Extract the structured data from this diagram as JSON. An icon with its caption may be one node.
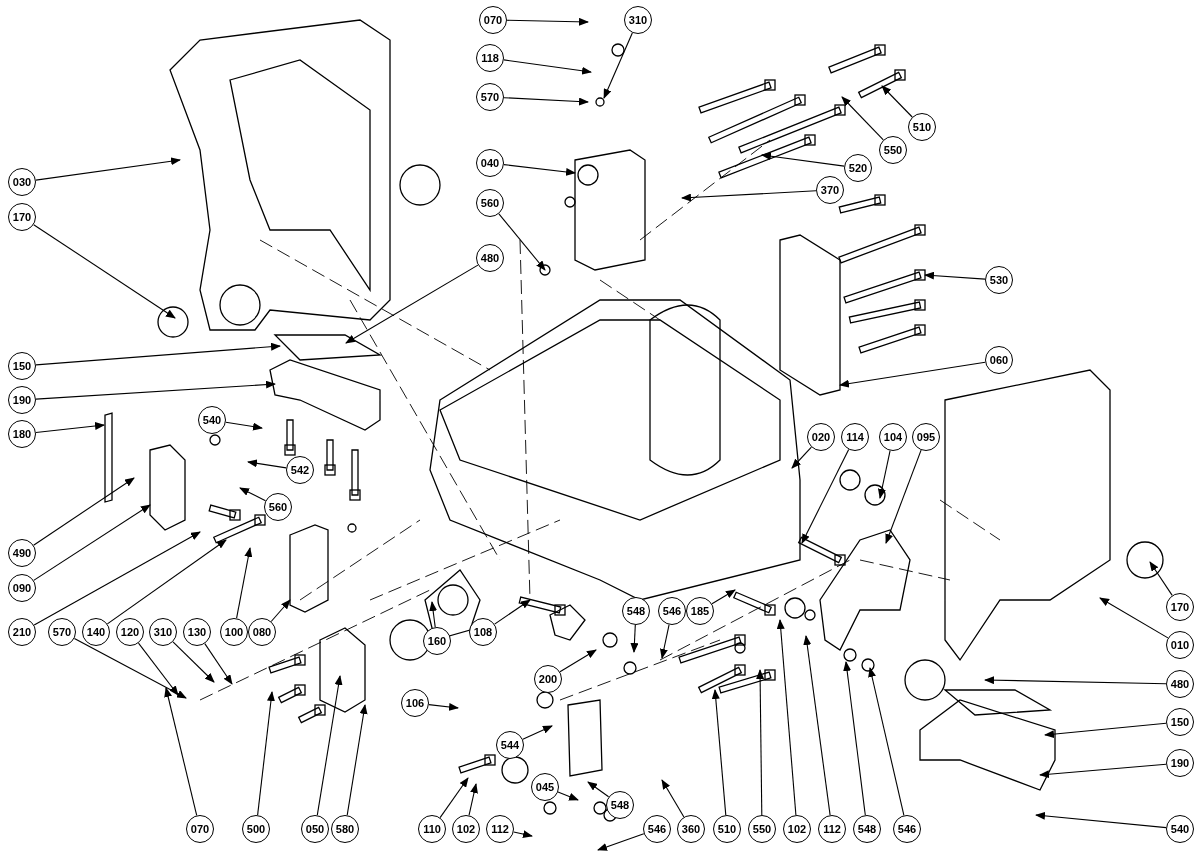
{
  "diagram": {
    "nodes": [
      {
        "text": [
          "070"
        ]
      },
      {
        "text": [
          "310"
        ]
      },
      {
        "text": [
          "118"
        ]
      },
      {
        "text": [
          "570"
        ]
      },
      {
        "text": [
          "510"
        ]
      },
      {
        "text": [
          "550"
        ]
      },
      {
        "text": [
          "520"
        ]
      },
      {
        "text": [
          "040"
        ]
      },
      {
        "text": [
          "370"
        ]
      },
      {
        "text": [
          "030"
        ]
      },
      {
        "text": [
          "170"
        ]
      },
      {
        "text": [
          "560"
        ]
      },
      {
        "text": [
          "480"
        ]
      },
      {
        "text": [
          "530"
        ]
      },
      {
        "text": [
          "150"
        ]
      },
      {
        "text": [
          "060"
        ]
      },
      {
        "text": [
          "190"
        ]
      },
      {
        "text": [
          "540"
        ]
      },
      {
        "text": [
          "180"
        ]
      },
      {
        "text": [
          "020"
        ]
      },
      {
        "text": [
          "114"
        ]
      },
      {
        "text": [
          "104"
        ]
      },
      {
        "text": [
          "095"
        ]
      },
      {
        "text": [
          "542"
        ]
      },
      {
        "text": [
          "560"
        ]
      },
      {
        "text": [
          "490"
        ]
      },
      {
        "text": [
          "090"
        ]
      },
      {
        "text": [
          "170"
        ]
      },
      {
        "text": [
          "548"
        ]
      },
      {
        "text": [
          "546"
        ]
      },
      {
        "text": [
          "185"
        ]
      },
      {
        "text": [
          "210"
        ]
      },
      {
        "text": [
          "570"
        ]
      },
      {
        "text": [
          "140"
        ]
      },
      {
        "text": [
          "120"
        ]
      },
      {
        "text": [
          "310"
        ]
      },
      {
        "text": [
          "130"
        ]
      },
      {
        "text": [
          "100"
        ]
      },
      {
        "text": [
          "080"
        ]
      },
      {
        "text": [
          "160"
        ]
      },
      {
        "text": [
          "108"
        ]
      },
      {
        "text": [
          "010"
        ]
      },
      {
        "text": [
          "200"
        ]
      },
      {
        "text": [
          "480"
        ]
      },
      {
        "text": [
          "106"
        ]
      },
      {
        "text": [
          "150"
        ]
      },
      {
        "text": [
          "544"
        ]
      },
      {
        "text": [
          "190"
        ]
      },
      {
        "text": [
          "045"
        ]
      },
      {
        "text": [
          "548"
        ]
      },
      {
        "text": [
          "070"
        ]
      },
      {
        "text": [
          "500"
        ]
      },
      {
        "text": [
          "050"
        ]
      },
      {
        "text": [
          "580"
        ]
      },
      {
        "text": [
          "110"
        ]
      },
      {
        "text": [
          "102"
        ]
      },
      {
        "text": [
          "112"
        ]
      },
      {
        "text": [
          "546"
        ]
      },
      {
        "text": [
          "360"
        ]
      },
      {
        "text": [
          "510"
        ]
      },
      {
        "text": [
          "550"
        ]
      },
      {
        "text": [
          "102"
        ]
      },
      {
        "text": [
          "112"
        ]
      },
      {
        "text": [
          "548"
        ]
      },
      {
        "text": [
          "546"
        ]
      },
      {
        "text": [
          "540"
        ]
      }
    ],
    "edges": [
      {
        "from": 0,
        "to": null,
        "arrow": "to"
      },
      {
        "from": 1,
        "to": null,
        "arrow": "to"
      },
      {
        "from": 2,
        "to": null,
        "arrow": "to"
      },
      {
        "from": 3,
        "to": null,
        "arrow": "to"
      },
      {
        "from": 4,
        "to": null,
        "arrow": "to"
      },
      {
        "from": 5,
        "to": null,
        "arrow": "to"
      },
      {
        "from": 6,
        "to": null,
        "arrow": "to"
      },
      {
        "from": 7,
        "to": null,
        "arrow": "to"
      },
      {
        "from": 8,
        "to": null,
        "arrow": "to"
      },
      {
        "from": 9,
        "to": null,
        "arrow": "to"
      },
      {
        "from": 10,
        "to": null,
        "arrow": "to"
      },
      {
        "from": 11,
        "to": null,
        "arrow": "to"
      },
      {
        "from": 12,
        "to": null,
        "arrow": "to"
      },
      {
        "from": 13,
        "to": null,
        "arrow": "to"
      },
      {
        "from": 14,
        "to": null,
        "arrow": "to"
      },
      {
        "from": 15,
        "to": null,
        "arrow": "to"
      },
      {
        "from": 16,
        "to": null,
        "arrow": "to"
      },
      {
        "from": 17,
        "to": null,
        "arrow": "to"
      },
      {
        "from": 18,
        "to": null,
        "arrow": "to"
      },
      {
        "from": 19,
        "to": null,
        "arrow": "to"
      },
      {
        "from": 20,
        "to": null,
        "arrow": "to"
      },
      {
        "from": 21,
        "to": null,
        "arrow": "to"
      },
      {
        "from": 22,
        "to": null,
        "arrow": "to"
      },
      {
        "from": 23,
        "to": null,
        "arrow": "to"
      },
      {
        "from": 24,
        "to": null,
        "arrow": "to"
      },
      {
        "from": 25,
        "to": null,
        "arrow": "to"
      },
      {
        "from": 26,
        "to": null,
        "arrow": "to"
      },
      {
        "from": 27,
        "to": null,
        "arrow": "to"
      },
      {
        "from": 28,
        "to": null,
        "arrow": "to"
      },
      {
        "from": 29,
        "to": null,
        "arrow": "to"
      },
      {
        "from": 30,
        "to": null,
        "arrow": "to"
      },
      {
        "from": 31,
        "to": null,
        "arrow": "to"
      },
      {
        "from": 32,
        "to": null,
        "arrow": "to"
      },
      {
        "from": 33,
        "to": null,
        "arrow": "to"
      },
      {
        "from": 34,
        "to": null,
        "arrow": "to"
      },
      {
        "from": 35,
        "to": null,
        "arrow": "to"
      },
      {
        "from": 36,
        "to": null,
        "arrow": "to"
      },
      {
        "from": 37,
        "to": null,
        "arrow": "to"
      },
      {
        "from": 38,
        "to": null,
        "arrow": "to"
      },
      {
        "from": 39,
        "to": null,
        "arrow": "to"
      },
      {
        "from": 40,
        "to": null,
        "arrow": "to"
      },
      {
        "from": 41,
        "to": null,
        "arrow": "to"
      },
      {
        "from": 42,
        "to": null,
        "arrow": "to"
      },
      {
        "from": 43,
        "to": null,
        "arrow": "to"
      },
      {
        "from": 44,
        "to": null,
        "arrow": "to"
      },
      {
        "from": 45,
        "to": null,
        "arrow": "to"
      },
      {
        "from": 46,
        "to": null,
        "arrow": "to"
      },
      {
        "from": 47,
        "to": null,
        "arrow": "to"
      },
      {
        "from": 48,
        "to": null,
        "arrow": "to"
      },
      {
        "from": 49,
        "to": null,
        "arrow": "to"
      },
      {
        "from": 50,
        "to": null,
        "arrow": "to"
      },
      {
        "from": 51,
        "to": null,
        "arrow": "to"
      },
      {
        "from": 52,
        "to": null,
        "arrow": "to"
      },
      {
        "from": 53,
        "to": null,
        "arrow": "to"
      },
      {
        "from": 54,
        "to": null,
        "arrow": "to"
      },
      {
        "from": 55,
        "to": null,
        "arrow": "to"
      },
      {
        "from": 56,
        "to": null,
        "arrow": "to"
      },
      {
        "from": 57,
        "to": null,
        "arrow": "to"
      },
      {
        "from": 58,
        "to": null,
        "arrow": "to"
      },
      {
        "from": 59,
        "to": null,
        "arrow": "to"
      },
      {
        "from": 60,
        "to": null,
        "arrow": "to"
      },
      {
        "from": 61,
        "to": null,
        "arrow": "to"
      },
      {
        "from": 62,
        "to": null,
        "arrow": "to"
      },
      {
        "from": 63,
        "to": null,
        "arrow": "to"
      },
      {
        "from": 64,
        "to": null,
        "arrow": "to"
      },
      {
        "from": 65,
        "to": null,
        "arrow": "to"
      }
    ]
  }
}
